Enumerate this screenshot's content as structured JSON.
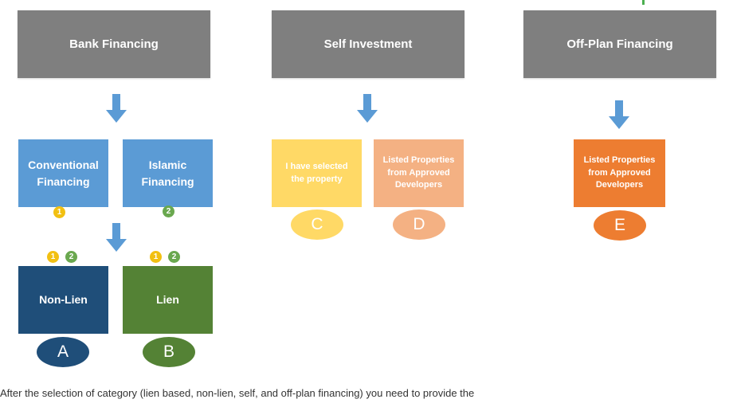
{
  "headers": {
    "bank": "Bank Financing",
    "self": "Self Investment",
    "offplan": "Off-Plan Financing"
  },
  "boxes": {
    "conventional": "Conventional\nFinancing",
    "islamic": "Islamic\nFinancing",
    "non_lien": "Non-Lien",
    "lien": "Lien",
    "selected_property": "I have selected\nthe property",
    "listed_d": "Listed Properties\nfrom Approved\nDevelopers",
    "listed_e": "Listed Properties\nfrom Approved\nDevelopers"
  },
  "badges": {
    "one": "1",
    "two": "2"
  },
  "ovals": {
    "a": "A",
    "b": "B",
    "c": "C",
    "d": "D",
    "e": "E"
  },
  "caption": "After the selection of category (lien based, non-lien, self, and off-plan financing) you need to provide the",
  "colors": {
    "header_gray": "#7f7f7f",
    "arrow_blue": "#5b9bd5",
    "blue": "#5b9bd5",
    "navy": "#1f4e79",
    "green": "#548235",
    "yellow": "#ffd966",
    "peach": "#f4b183",
    "orange": "#ed7d31",
    "badge_one": "#f2c012",
    "badge_two": "#6aa84f"
  }
}
